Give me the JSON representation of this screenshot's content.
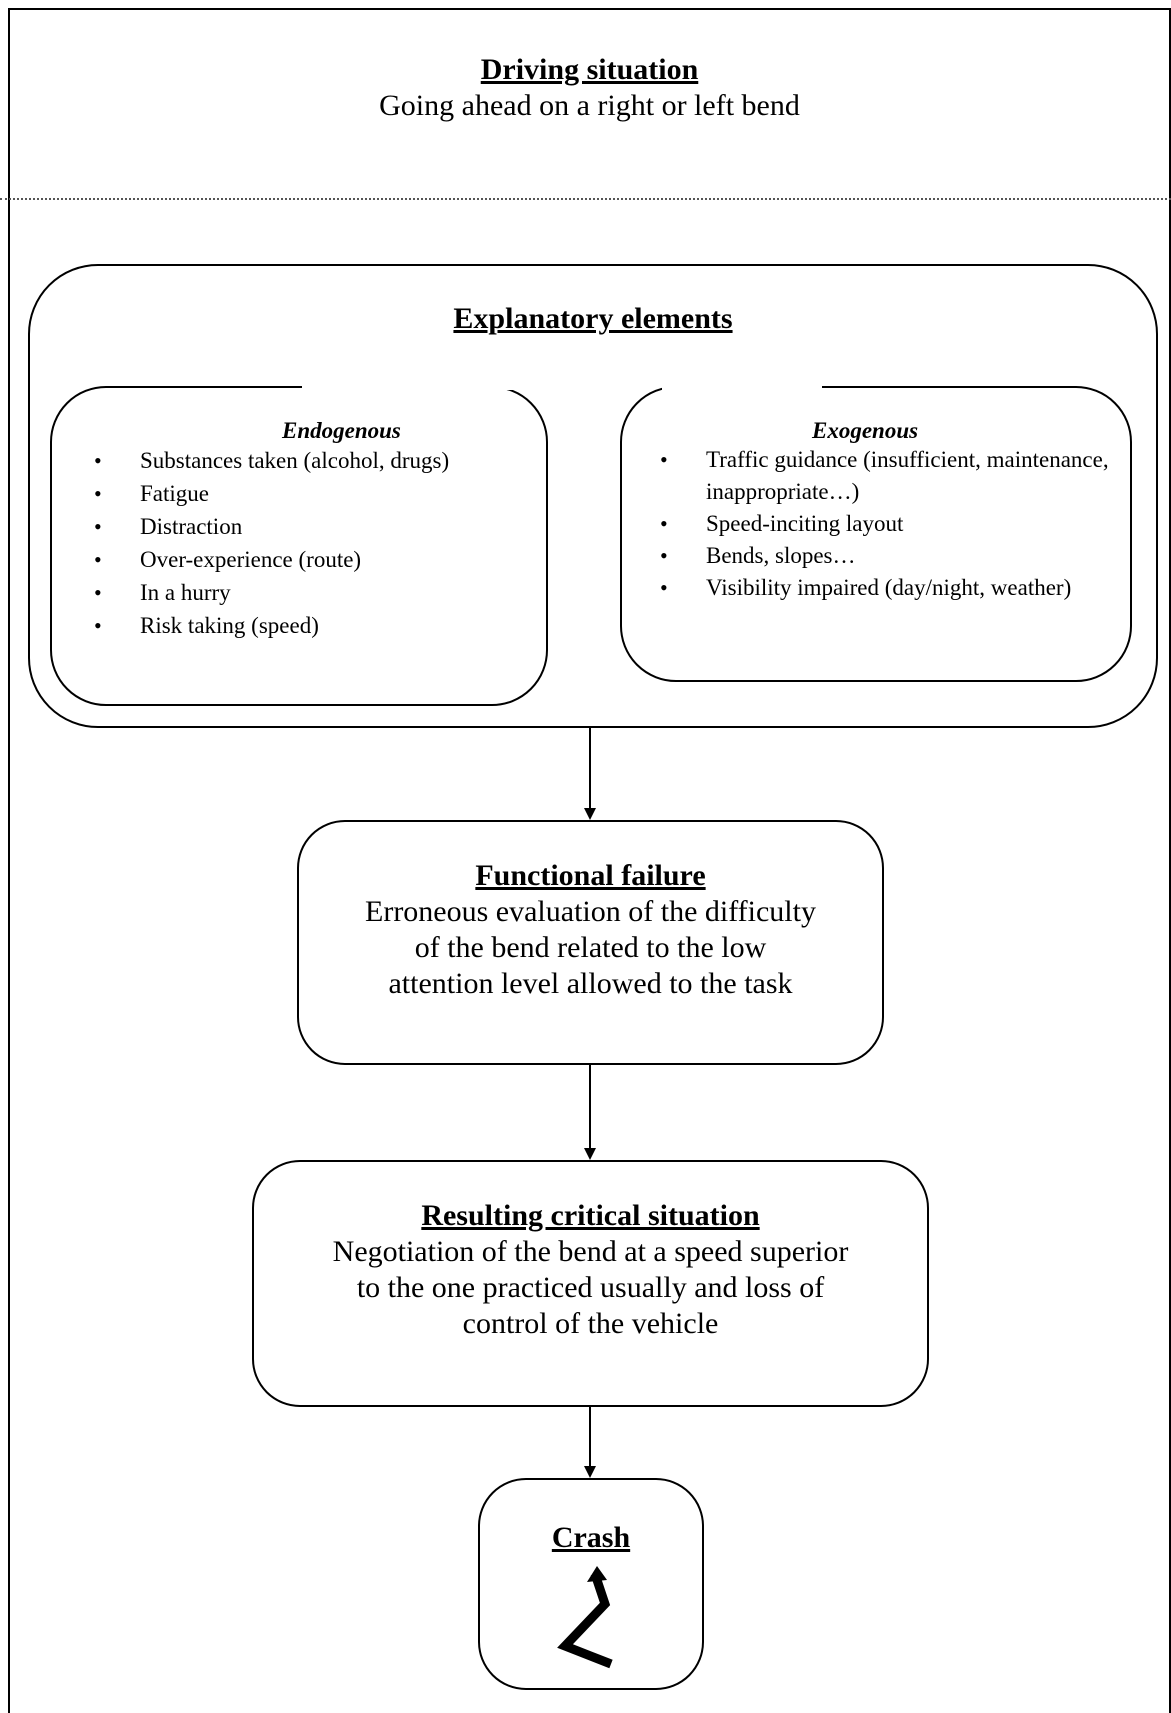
{
  "driving_situation": {
    "title": "Driving situation",
    "text": "Going ahead on a right or left bend"
  },
  "explanatory_elements": {
    "title": "Explanatory elements",
    "endogenous": {
      "heading": "Endogenous",
      "items": [
        "Substances taken (alcohol, drugs)",
        "Fatigue",
        "Distraction",
        "Over-experience (route)",
        "In a hurry",
        "Risk taking (speed)"
      ]
    },
    "exogenous": {
      "heading": "Exogenous",
      "items": [
        "Traffic guidance (insufficient, maintenance, inappropriate…)",
        "Speed-inciting layout",
        "Bends, slopes…",
        "Visibility impaired (day/night, weather)"
      ]
    }
  },
  "functional_failure": {
    "title": "Functional failure",
    "lines": [
      "Erroneous evaluation of the difficulty",
      "of the bend related to the low",
      "attention level allowed to the task"
    ]
  },
  "critical_situation": {
    "title": "Resulting critical situation",
    "lines": [
      "Negotiation of the bend at a speed superior",
      "to the one practiced usually and loss of",
      "control of the vehicle"
    ]
  },
  "crash": {
    "title": "Crash",
    "icon": "zigzag-arrow-icon"
  }
}
